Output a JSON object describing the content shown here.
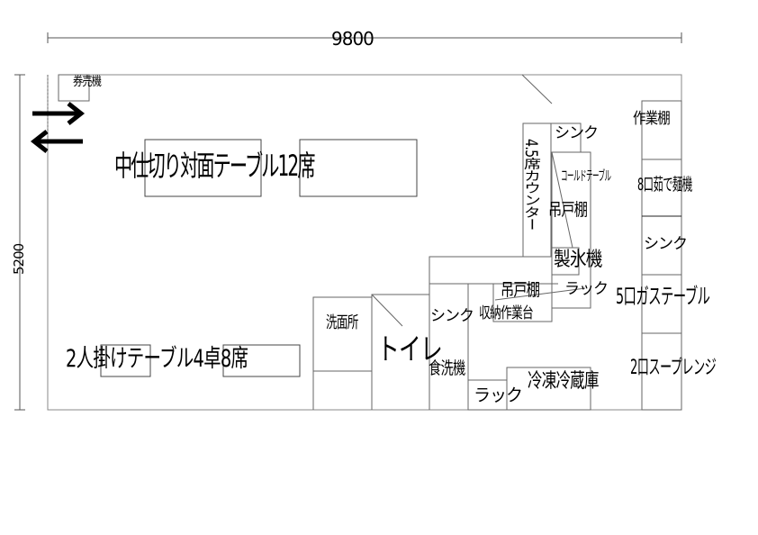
{
  "dimensions": {
    "width": "9800",
    "height": "5200"
  },
  "labels": {
    "ticket_machine": "券売機",
    "partition_table": "中仕切り対面テーブル12席",
    "counter": "4.5席カウンター",
    "sink_top": "シンク",
    "cold_table": "コールドテーブル",
    "hanging_shelf_1": "吊戸棚",
    "ice_machine": "製氷機",
    "work_shelf": "作業棚",
    "noodle_boiler": "8口茹で麺機",
    "sink_right": "シンク",
    "hanging_shelf_2": "吊戸棚",
    "rack_1": "ラック",
    "gas_table": "5口ガステーブル",
    "sink_bottom": "シンク",
    "storage_worktable": "収納作業台",
    "washroom": "洗面所",
    "toilet": "トイレ",
    "two_seat_tables": "2人掛けテーブル4卓8席",
    "dishwasher": "食洗機",
    "soup_range": "2口スープレンジ",
    "fridge": "冷凍冷蔵庫",
    "rack_2": "ラック"
  }
}
